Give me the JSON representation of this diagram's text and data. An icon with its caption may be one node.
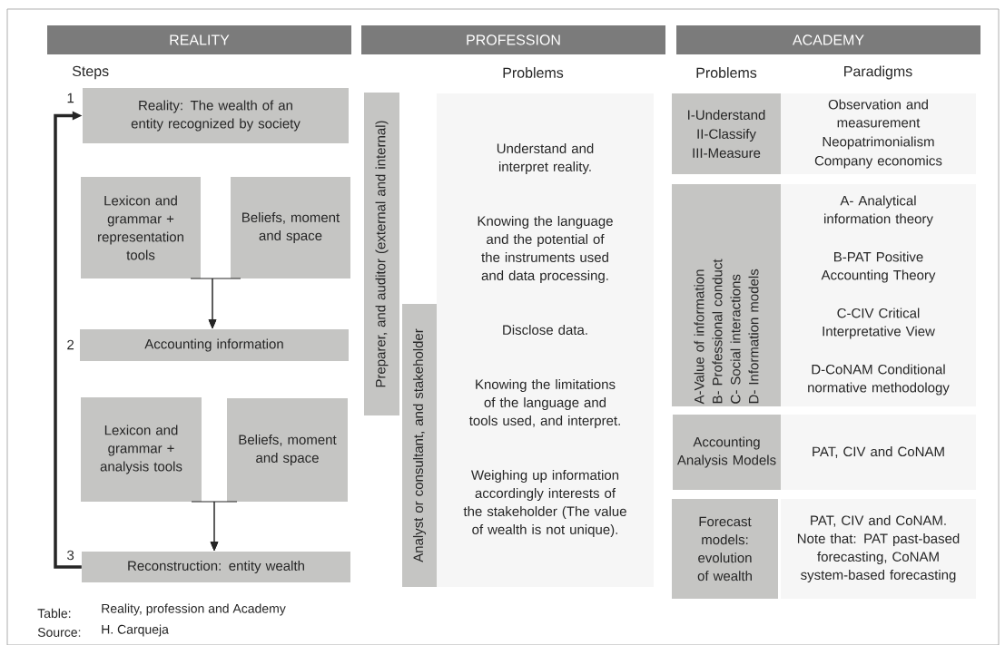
{
  "diagram": {
    "nodes": [
      {
        "text": [
          "REALITY"
        ]
      },
      {
        "text": [
          "PROFESSION"
        ]
      },
      {
        "text": [
          "ACADEMY"
        ]
      },
      {
        "text": [
          "Reality: The wealth of an entity recognized by society"
        ]
      },
      {
        "text": [
          "Lexicon and grammar + representation tools"
        ]
      },
      {
        "text": [
          "Beliefs, moment and space"
        ]
      },
      {
        "text": [
          "Accounting information"
        ]
      },
      {
        "text": [
          "Lexicon and grammar + analysis tools"
        ]
      },
      {
        "text": [
          "Beliefs, moment and space"
        ]
      },
      {
        "text": [
          "Reconstruction: entity wealth"
        ]
      },
      {
        "text": [
          "Preparer, and auditor (external and internal)"
        ]
      },
      {
        "text": [
          "Analyst or consultant, and stakeholder"
        ]
      },
      {
        "text": [
          "Understand and interpret reality.",
          "Knowing the language and the potential of the instruments used and data processing.",
          "Disclose data.",
          "Knowing the limitations of the language and tools used, and interpret.",
          "Weighing up information accordingly interests of the stakeholder (The value of wealth is not unique)."
        ]
      },
      {
        "text": [
          "I-Understand",
          "II-Classify",
          "III-Measure"
        ]
      },
      {
        "text": [
          "Observation and measurement",
          "Neopatrimonialism",
          "Company economics"
        ]
      },
      {
        "text": [
          "A-Value of information",
          "B- Professional conduct",
          "C- Social interactions",
          "D- Information models"
        ]
      },
      {
        "text": [
          "A- Analytical information theory",
          "B-PAT Positive Accounting Theory",
          "C-CIV Critical Interpretative View",
          "D-CoNAM Conditional normative methodology"
        ]
      },
      {
        "text": [
          "Accounting Analysis Models"
        ]
      },
      {
        "text": [
          "PAT, CIV and CoNAM"
        ]
      },
      {
        "text": [
          "Forecast models: evolution of wealth"
        ]
      },
      {
        "text": [
          "PAT, CIV and CoNAM. Note that: PAT past-based forecasting, CoNAM system-based forecasting"
        ]
      }
    ],
    "edges": [
      {
        "from": 4,
        "to": 6,
        "arrow": "to"
      },
      {
        "from": 5,
        "to": 6,
        "arrow": "to"
      },
      {
        "from": 7,
        "to": 9,
        "arrow": "to"
      },
      {
        "from": 8,
        "to": 9,
        "arrow": "to"
      },
      {
        "from": 9,
        "to": 3,
        "arrow": "to",
        "style": "thick"
      }
    ],
    "labels": [
      "Steps",
      "1",
      "2",
      "3",
      "Problems",
      "Problems",
      "Paradigms",
      "Table:",
      "Reality, profession and Academy",
      "Source:",
      "H. Carqueja"
    ]
  }
}
